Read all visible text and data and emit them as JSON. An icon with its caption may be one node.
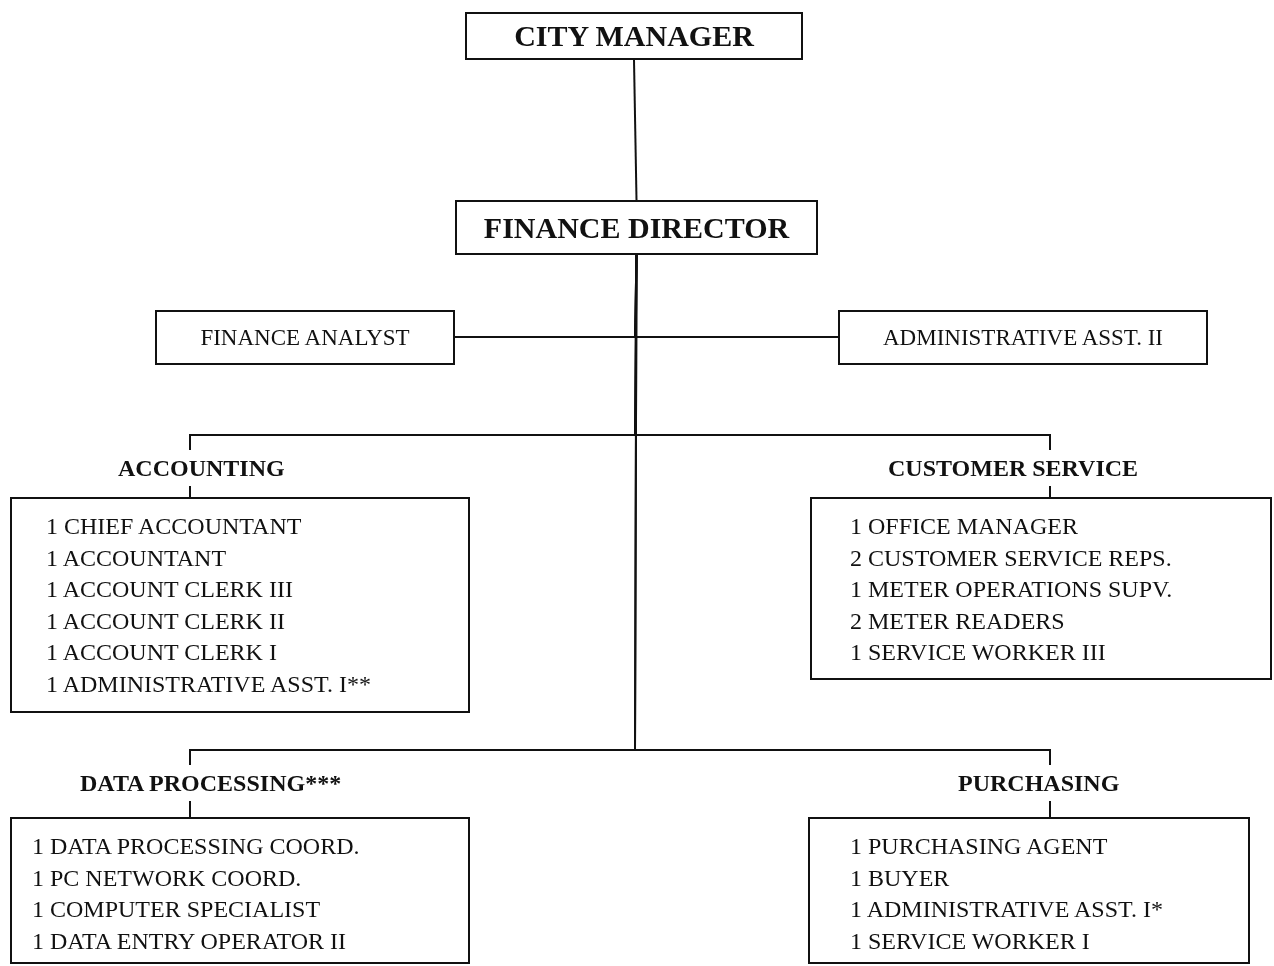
{
  "diagram": {
    "nodes": [
      {
        "text": [
          "CITY MANAGER"
        ]
      },
      {
        "text": [
          "FINANCE DIRECTOR"
        ]
      },
      {
        "text": [
          "FINANCE ANALYST"
        ]
      },
      {
        "text": [
          "ADMINISTRATIVE ASST. II"
        ]
      },
      {
        "text": [
          "ACCOUNTING",
          "1 CHIEF ACCOUNTANT",
          "1 ACCOUNTANT",
          "1 ACCOUNT CLERK III",
          "1 ACCOUNT CLERK II",
          "1 ACCOUNT CLERK I",
          "1 ADMINISTRATIVE ASST. I**"
        ]
      },
      {
        "text": [
          "CUSTOMER SERVICE",
          "1 OFFICE MANAGER",
          "2 CUSTOMER SERVICE REPS.",
          "1 METER OPERATIONS SUPV.",
          "2 METER READERS",
          "1 SERVICE WORKER III"
        ]
      },
      {
        "text": [
          "DATA PROCESSING***",
          "1 DATA PROCESSING COORD.",
          "1 PC NETWORK COORD.",
          "1 COMPUTER SPECIALIST",
          "1 DATA ENTRY OPERATOR II"
        ]
      },
      {
        "text": [
          "PURCHASING",
          "1 PURCHASING AGENT",
          "1 BUYER",
          "1 ADMINISTRATIVE ASST. I*",
          "1 SERVICE WORKER I"
        ]
      }
    ],
    "edges": [
      {
        "from": 0,
        "to": 1,
        "arrow": "none"
      },
      {
        "from": 1,
        "to": 2,
        "arrow": "none"
      },
      {
        "from": 1,
        "to": 3,
        "arrow": "none"
      },
      {
        "from": 1,
        "to": 4,
        "arrow": "none"
      },
      {
        "from": 1,
        "to": 5,
        "arrow": "none"
      },
      {
        "from": 1,
        "to": 6,
        "arrow": "none"
      },
      {
        "from": 1,
        "to": 7,
        "arrow": "none"
      }
    ]
  }
}
